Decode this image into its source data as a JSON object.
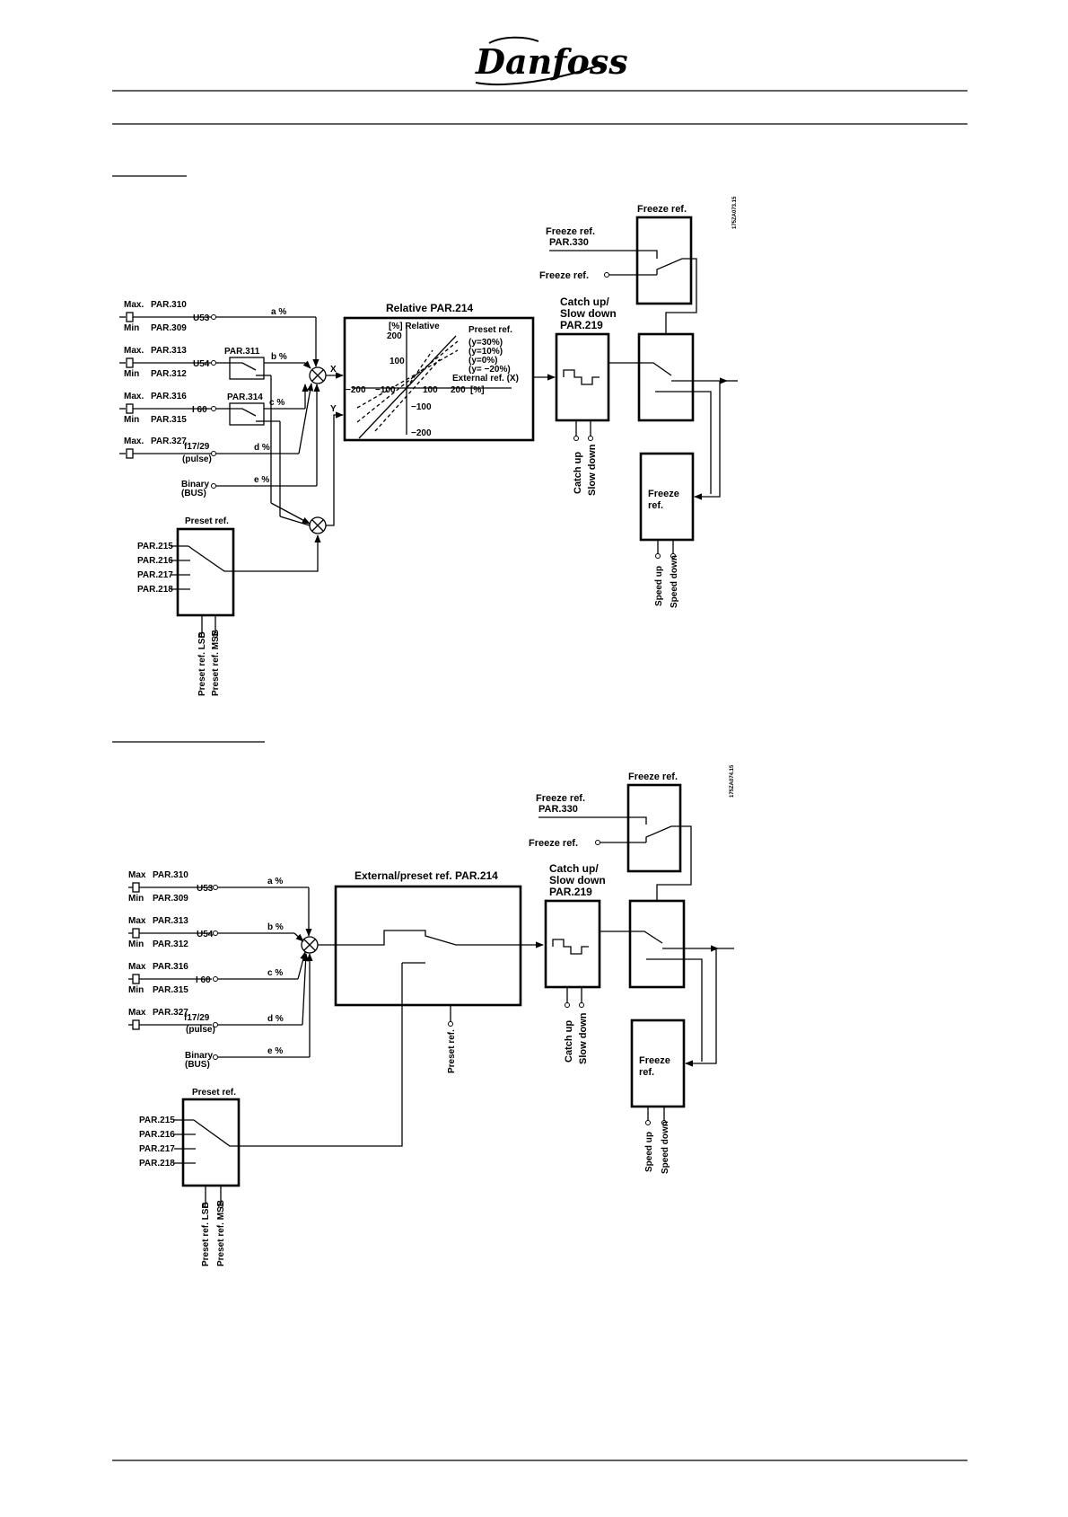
{
  "header": {
    "logo_text": "Danfoss"
  },
  "diagram1": {
    "code": "175ZA073.15",
    "inputs": [
      {
        "max": "Max.",
        "min": "Min",
        "par_max": "PAR.310",
        "par_min": "PAR.309",
        "terminal": "U53",
        "factor": "a %"
      },
      {
        "max": "Max.",
        "min": "Min",
        "par_max": "PAR.313",
        "par_min": "PAR.312",
        "terminal": "U54",
        "factor": "b %",
        "switch_par": "PAR.311"
      },
      {
        "max": "Max.",
        "min": "Min",
        "par_max": "PAR.316",
        "par_min": "PAR.315",
        "terminal": "I 60",
        "factor": "c %",
        "switch_par": "PAR.314"
      },
      {
        "max": "Max.",
        "par_max": "PAR.327",
        "terminal": "f17/29",
        "terminal2": "(pulse)",
        "factor": "d %"
      },
      {
        "terminal": "Binary",
        "terminal2": "(BUS)",
        "factor": "e %"
      }
    ],
    "x_label": "X",
    "y_label": "Y",
    "relative_block": {
      "title": "Relative PAR.214",
      "y_axis": "[%] Relative",
      "preset_label": "Preset ref.",
      "lines": [
        "(y=30%)",
        "(y=10%)",
        "(y=0%)",
        "(y= −20%)"
      ],
      "x_axis": "External ref. (X)",
      "x_ticks": [
        "−200",
        "−100",
        "100",
        "200",
        "[%]"
      ],
      "y_ticks": [
        "200",
        "100",
        "−100",
        "−200"
      ]
    },
    "preset": {
      "title": "Preset ref.",
      "pars": [
        "PAR.215",
        "PAR.216",
        "PAR.217",
        "PAR.218"
      ],
      "lsb": "Preset ref. LSB",
      "msb": "Preset ref. MSB"
    },
    "catch": {
      "title1": "Catch up/",
      "title2": "Slow down",
      "par": "PAR.219",
      "catch_up": "Catch up",
      "slow_down": "Slow down"
    },
    "freeze_top": {
      "title": "Freeze ref.",
      "label1": "Freeze ref.",
      "label2": "PAR.330",
      "input": "Freeze ref."
    },
    "freeze_bottom": {
      "label1": "Freeze",
      "label2": "ref.",
      "speed_up": "Speed up",
      "speed_down": "Speed down"
    }
  },
  "diagram2": {
    "code": "175ZA074.15",
    "inputs": [
      {
        "max": "Max",
        "min": "Min",
        "par_max": "PAR.310",
        "par_min": "PAR.309",
        "terminal": "U53",
        "factor": "a %"
      },
      {
        "max": "Max",
        "min": "Min",
        "par_max": "PAR.313",
        "par_min": "PAR.312",
        "terminal": "U54",
        "factor": "b %"
      },
      {
        "max": "Max",
        "min": "Min",
        "par_max": "PAR.316",
        "par_min": "PAR.315",
        "terminal": "I 60",
        "factor": "c %"
      },
      {
        "max": "Max",
        "par_max": "PAR.327",
        "terminal": "f17/29",
        "terminal2": "(pulse)",
        "factor": "d %"
      },
      {
        "terminal": "Binary",
        "terminal2": "(BUS)",
        "factor": "e %"
      }
    ],
    "ext_block": {
      "title": "External/preset ref. PAR.214",
      "preset_input": "Preset ref."
    },
    "preset": {
      "title": "Preset ref.",
      "pars": [
        "PAR.215",
        "PAR.216",
        "PAR.217",
        "PAR.218"
      ],
      "lsb": "Preset ref. LSB",
      "msb": "Preset ref. MSB"
    },
    "catch": {
      "title1": "Catch up/",
      "title2": "Slow down",
      "par": "PAR.219",
      "catch_up": "Catch up",
      "slow_down": "Slow down"
    },
    "freeze_top": {
      "title": "Freeze ref.",
      "label1": "Freeze ref.",
      "label2": "PAR.330",
      "input": "Freeze ref."
    },
    "freeze_bottom": {
      "label1": "Freeze",
      "label2": "ref.",
      "speed_up": "Speed up",
      "speed_down": "Speed down"
    }
  }
}
